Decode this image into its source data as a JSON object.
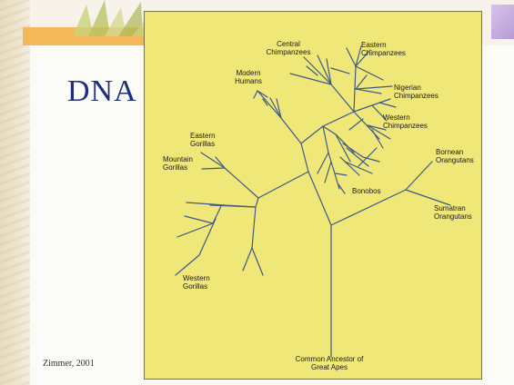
{
  "slide": {
    "title": "DNA",
    "credit": "Zimmer, 2001"
  },
  "colors": {
    "figure_background": "#f0e779",
    "branch": "#3d5a8a",
    "title_text": "#1f2f7a",
    "accent_bar": "#f4b859"
  },
  "tree": {
    "labels": {
      "central_chimpanzees": "Central\nChimpanzees",
      "eastern_chimpanzees": "Eastern\nChimpanzees",
      "modern_humans": "Modern\nHumans",
      "nigerian_chimpanzees": "Nigerian\nChimpanzees",
      "western_chimpanzees": "Western\nChimpanzees",
      "eastern_gorillas": "Eastern\nGorillas",
      "mountain_gorillas": "Mountain\nGorillas",
      "bornean_orangutans": "Bornean\nOrangutans",
      "bonobos": "Bonobos",
      "sumatran_orangutans": "Sumatran\nOrangutans",
      "western_gorillas": "Western\nGorillas",
      "common_ancestor": "Common Ancestor of\nGreat Apes"
    }
  }
}
